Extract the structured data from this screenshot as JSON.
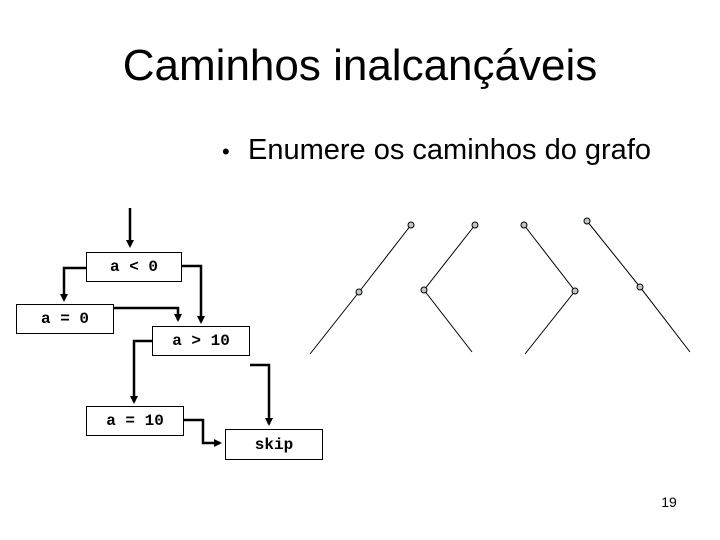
{
  "slide": {
    "title": "Caminhos inalcançáveis",
    "bullet": {
      "marker": "•",
      "text": "Enumere os caminhos do grafo"
    },
    "page_number": "19"
  },
  "flowchart": {
    "nodes": [
      {
        "id": "cond1",
        "label": "a < 0"
      },
      {
        "id": "assign0",
        "label": "a = 0"
      },
      {
        "id": "cond2",
        "label": "a > 10"
      },
      {
        "id": "assign10",
        "label": "a = 10"
      },
      {
        "id": "skip",
        "label": "skip"
      }
    ],
    "edges": [
      {
        "from": "entry",
        "to": "cond1"
      },
      {
        "from": "cond1",
        "to": "assign0",
        "branch": "left"
      },
      {
        "from": "cond1",
        "to": "cond2",
        "branch": "right"
      },
      {
        "from": "assign0",
        "to": "cond2"
      },
      {
        "from": "cond2",
        "to": "assign10",
        "branch": "left"
      },
      {
        "from": "cond2",
        "to": "skip",
        "branch": "right"
      },
      {
        "from": "assign10",
        "to": "skip"
      }
    ]
  },
  "path_graphs": [
    {
      "shape": "straight-left",
      "nodes": 2
    },
    {
      "shape": "left-then-right",
      "nodes": 2
    },
    {
      "shape": "right-then-left",
      "nodes": 2
    },
    {
      "shape": "straight-right",
      "nodes": 2
    }
  ],
  "colors": {
    "background": "#ffffff",
    "text": "#000000",
    "node_fill": "#c0c8c0"
  }
}
